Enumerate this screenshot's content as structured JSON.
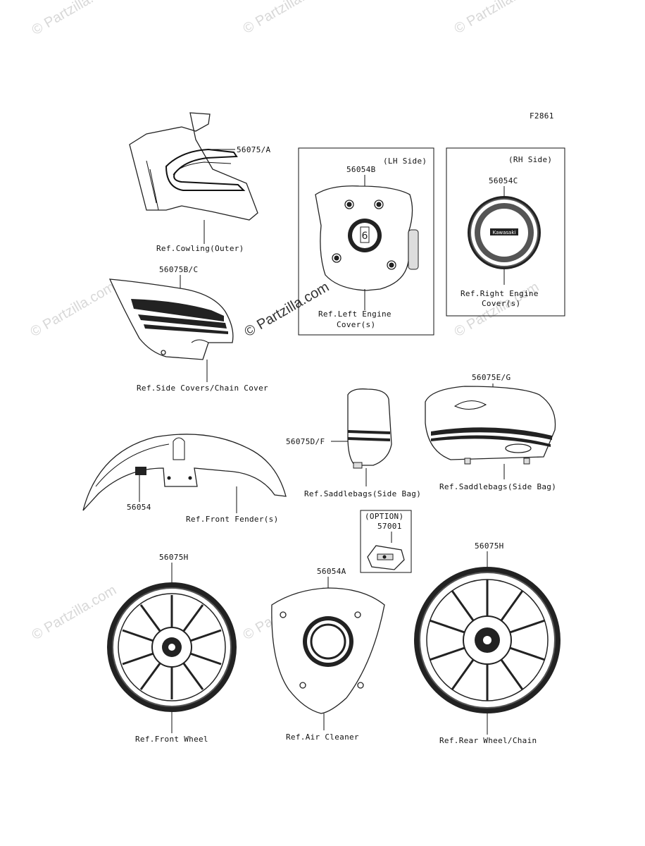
{
  "figure_code": "F2861",
  "watermark": "© Partzilla.com",
  "watermark_center": "© Partzilla.com",
  "callouts": {
    "p56075A": "56075/A",
    "p56075BC": "56075B/C",
    "p56054B": "56054B",
    "p56054C": "56054C",
    "p56075DF": "56075D/F",
    "p56075EG": "56075E/G",
    "p56054": "56054",
    "p57001": "57001",
    "p56075H_left": "56075H",
    "p56075H_right": "56075H",
    "p56054A": "56054A"
  },
  "references": {
    "cowling": "Ref.Cowling(Outer)",
    "side_covers": "Ref.Side Covers/Chain Cover",
    "left_engine_1": "Ref.Left Engine",
    "left_engine_2": "Cover(s)",
    "right_engine_1": "Ref.Right Engine",
    "right_engine_2": "Cover(s)",
    "saddlebag_side": "Ref.Saddlebags(Side Bag)",
    "saddlebag_side_2": "Ref.Saddlebags(Side Bag)",
    "front_fender": "Ref.Front Fender(s)",
    "front_wheel": "Ref.Front Wheel",
    "air_cleaner": "Ref.Air Cleaner",
    "rear_wheel": "Ref.Rear Wheel/Chain"
  },
  "boxes": {
    "lh_side": "(LH Side)",
    "rh_side": "(RH Side)",
    "option": "(OPTION)"
  },
  "emblems": {
    "six_speed": "6",
    "kawasaki": "Kawasaki"
  }
}
